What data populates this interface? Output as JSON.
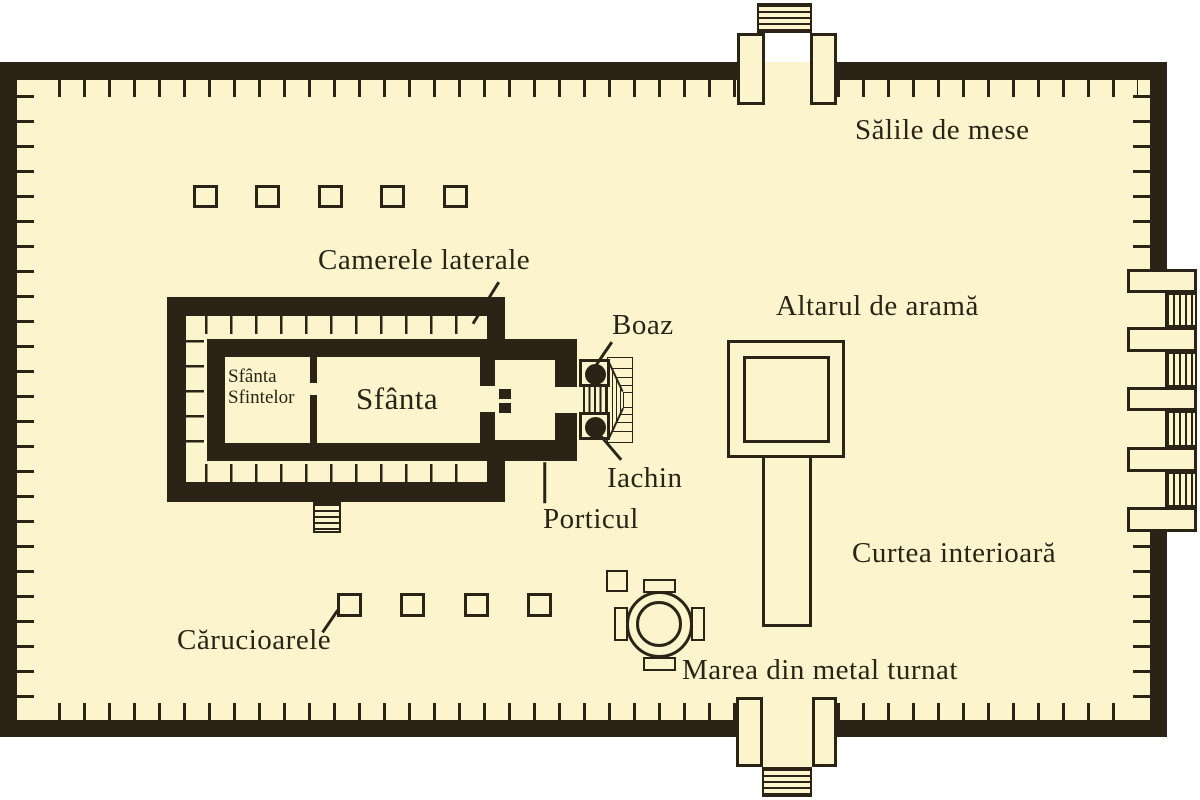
{
  "diagram_type": "temple-courtyard-floor-plan",
  "colors": {
    "ink": "#2b2416",
    "parchment": "#fbf4cd",
    "outside": "#ffffff"
  },
  "labels": {
    "salile_de_mese": "Sălile de mese",
    "camerele_laterale": "Camerele laterale",
    "altarul_de_arama": "Altarul de aramă",
    "boaz": "Boaz",
    "iachin": "Iachin",
    "porticul": "Porticul",
    "curtea_interioara": "Curtea interioară",
    "carucioarele": "Cărucioarele",
    "marea_din_metal_turnat": "Marea din metal turnat",
    "sfanta": "Sfânta",
    "sfanta_sfintelor": {
      "line1": "Sfânta",
      "line2": "Sfintelor"
    }
  },
  "features": {
    "top_row_small_squares": 5,
    "bottom_row_small_squares": 4,
    "sea_side_square": 1,
    "right_gate_chambers": 4,
    "right_gate_bars": 5,
    "gates": [
      "north",
      "east",
      "south",
      "temple-south-stairs"
    ]
  }
}
